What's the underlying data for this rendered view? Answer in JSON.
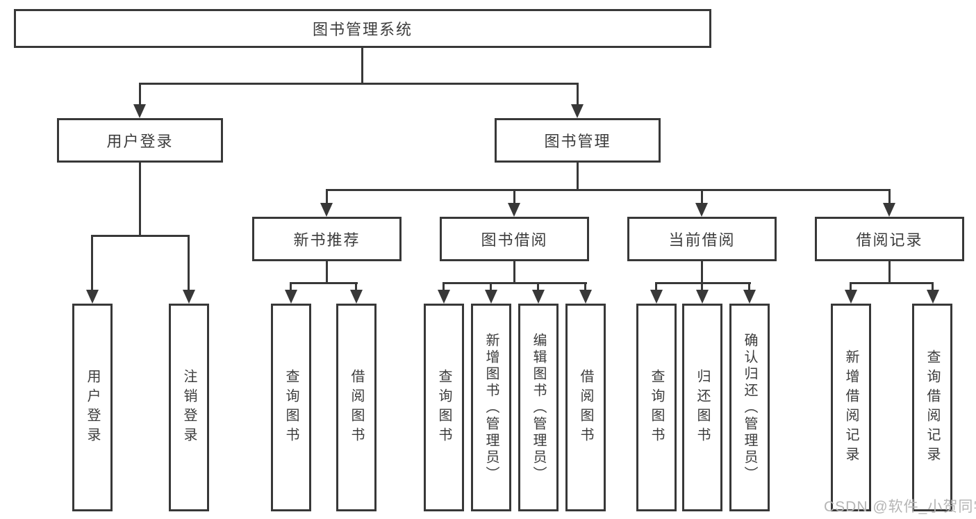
{
  "tree": {
    "label": "图书管理系统",
    "children": [
      {
        "label": "用户登录",
        "children": [
          {
            "label": "用户登录"
          },
          {
            "label": "注销登录"
          }
        ]
      },
      {
        "label": "图书管理",
        "children": [
          {
            "label": "新书推荐",
            "children": [
              {
                "label": "查询图书"
              },
              {
                "label": "借阅图书"
              }
            ]
          },
          {
            "label": "图书借阅",
            "children": [
              {
                "label": "查询图书"
              },
              {
                "label": "新增图书（管理员）"
              },
              {
                "label": "编辑图书（管理员）"
              },
              {
                "label": "借阅图书"
              }
            ]
          },
          {
            "label": "当前借阅",
            "children": [
              {
                "label": "查询图书"
              },
              {
                "label": "归还图书"
              },
              {
                "label": "确认归还（管理员）"
              }
            ]
          },
          {
            "label": "借阅记录",
            "children": [
              {
                "label": "新增借阅记录"
              },
              {
                "label": "查询借阅记录"
              }
            ]
          }
        ]
      }
    ]
  },
  "watermark": "CSDN @软件_小贺同学",
  "colors": {
    "line": "#383838",
    "text": "#3c3c3c",
    "watermark": "#b5b5b5",
    "background": "#ffffff"
  }
}
